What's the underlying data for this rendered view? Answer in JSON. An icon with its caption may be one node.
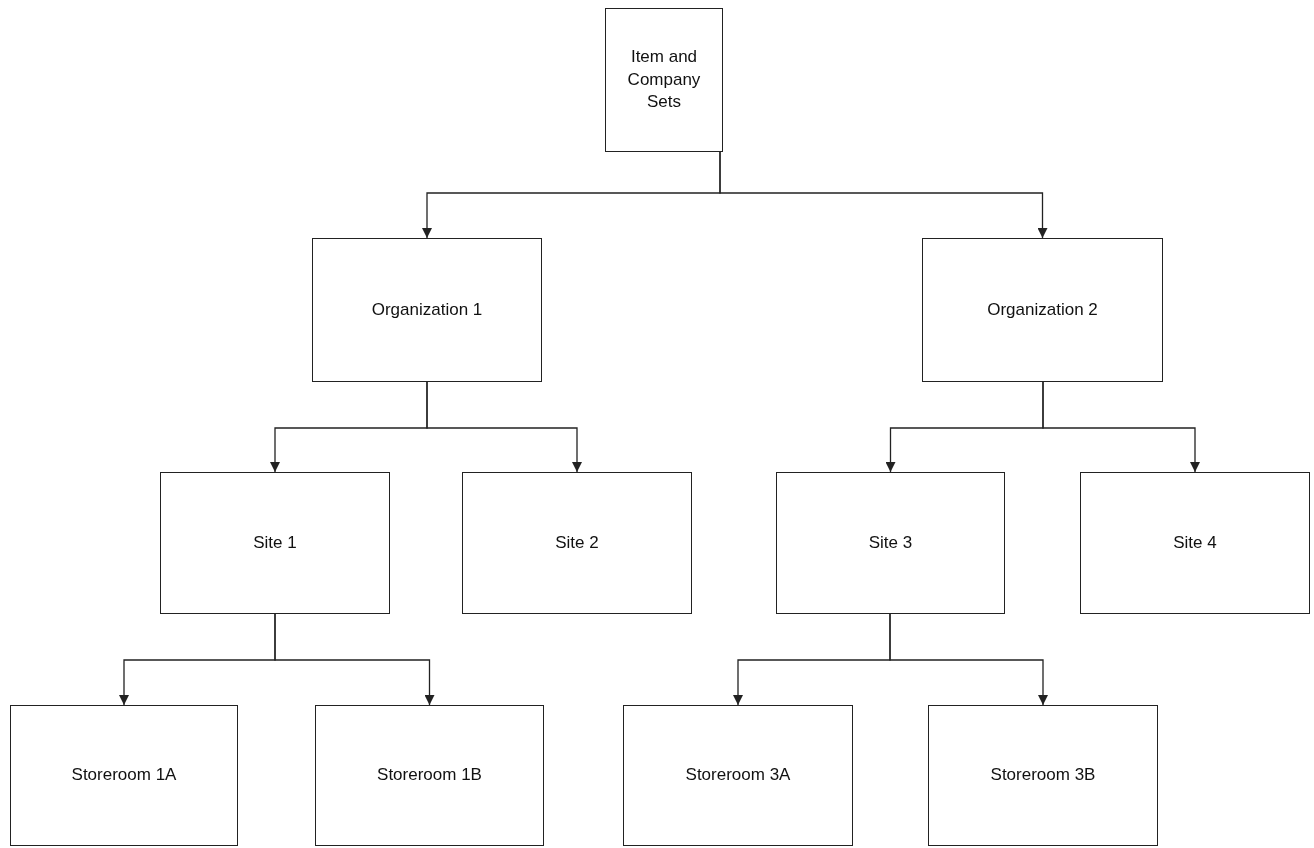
{
  "diagram": {
    "nodes": [
      {
        "text": [
          "Item and Company Sets"
        ]
      },
      {
        "text": [
          "Organization 1"
        ]
      },
      {
        "text": [
          "Organization 2"
        ]
      },
      {
        "text": [
          "Site 1"
        ]
      },
      {
        "text": [
          "Site 2"
        ]
      },
      {
        "text": [
          "Site 3"
        ]
      },
      {
        "text": [
          "Site 4"
        ]
      },
      {
        "text": [
          "Storeroom 1A"
        ]
      },
      {
        "text": [
          "Storeroom 1B"
        ]
      },
      {
        "text": [
          "Storeroom 3A"
        ]
      },
      {
        "text": [
          "Storeroom 3B"
        ]
      }
    ],
    "edges": [
      {
        "from": 0,
        "to": 1,
        "arrow": "to"
      },
      {
        "from": 0,
        "to": 2,
        "arrow": "to"
      },
      {
        "from": 1,
        "to": 3,
        "arrow": "to"
      },
      {
        "from": 1,
        "to": 4,
        "arrow": "to"
      },
      {
        "from": 2,
        "to": 5,
        "arrow": "to"
      },
      {
        "from": 2,
        "to": 6,
        "arrow": "to"
      },
      {
        "from": 3,
        "to": 7,
        "arrow": "to"
      },
      {
        "from": 3,
        "to": 8,
        "arrow": "to"
      },
      {
        "from": 5,
        "to": 9,
        "arrow": "to"
      },
      {
        "from": 5,
        "to": 10,
        "arrow": "to"
      }
    ]
  }
}
